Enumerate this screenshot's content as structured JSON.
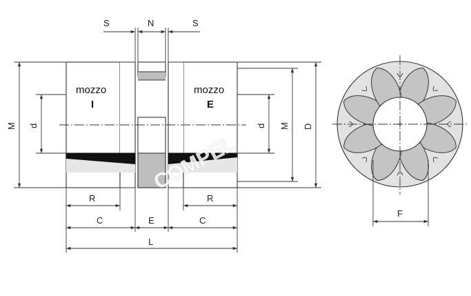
{
  "dimensions": {
    "S": "S",
    "N": "N",
    "M": "M",
    "d": "d",
    "D": "D",
    "R": "R",
    "C": "C",
    "E": "E",
    "L": "L",
    "F": "F"
  },
  "hubs": {
    "left_name": "mozzo",
    "left_id": "I",
    "right_name": "mozzo",
    "right_id": "E"
  },
  "watermark": "COMPEL",
  "colors": {
    "line": "#333333",
    "spider_fill": "#c4c4c4",
    "jaw_fill": "#bdbdbd",
    "band_fill": "#111111"
  }
}
